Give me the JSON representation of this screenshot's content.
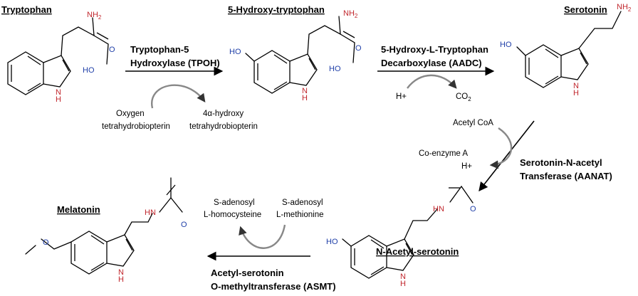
{
  "molecules": {
    "tryptophan": "Tryptophan",
    "hydroxytryptophan": "5-Hydroxy-tryptophan",
    "serotonin": "Serotonin",
    "acetylserotonin": "N-Acetyl-serotonin",
    "melatonin": "Melatonin"
  },
  "atoms": {
    "nh2": "NH",
    "nh2_sub": "2",
    "ho": "HO",
    "nh": "H",
    "n": "N",
    "o": "O",
    "hn": "HN",
    "o_methoxy": "O"
  },
  "enzymes": {
    "tpoh_line1": "Tryptophan-5",
    "tpoh_line2": "Hydroxylase (TPOH)",
    "aadc_line1": "5-Hydroxy-L-Tryptophan",
    "aadc_line2": "Decarboxylase (AADC)",
    "aanat_line1": "Serotonin-N-acetyl",
    "aanat_line2": "Transferase (AANAT)",
    "asmt_line1": "Acetyl-serotonin",
    "asmt_line2": "O-methyltransferase (ASMT)"
  },
  "cofactors": {
    "oxygen_line1": "Oxygen",
    "oxygen_line2": "tetrahydrobiopterin",
    "hydroxy_line1": "4α-hydroxy",
    "hydroxy_line2": "tetrahydrobiopterin",
    "h_plus": "H+",
    "co2": "CO",
    "co2_sub": "2",
    "acetyl_coa": "Acetyl CoA",
    "coenzyme_a": "Co-enzyme A",
    "h_plus_2": "H+",
    "sam_line1": "S-adenosyl",
    "sam_line2": "L-methionine",
    "sah_line1": "S-adenosyl",
    "sah_line2": "L-homocysteine"
  },
  "colors": {
    "nitrogen": "#c1272d",
    "oxygen": "#1f3fa8",
    "cycle_arrow": "#888888"
  }
}
